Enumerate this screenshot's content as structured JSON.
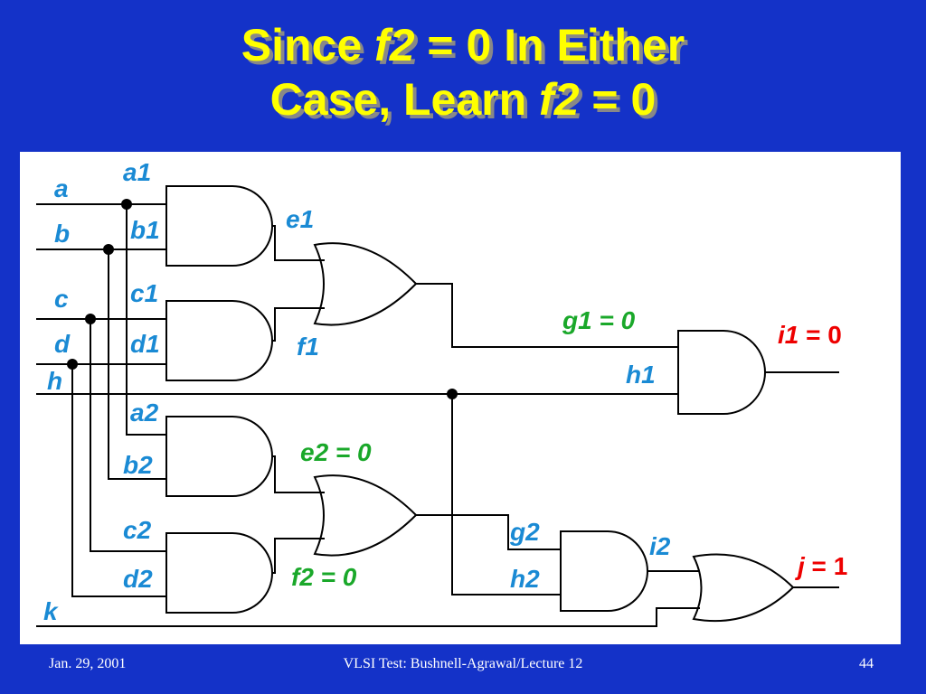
{
  "slide": {
    "title_line1_a": "Since ",
    "title_line1_it": "f2",
    "title_line1_b": " = 0 In Either",
    "title_line2_a": "Case, Learn ",
    "title_line2_it": "f2",
    "title_line2_b": " = 0"
  },
  "labels": {
    "a": "a",
    "b": "b",
    "c": "c",
    "d": "d",
    "h": "h",
    "k": "k",
    "a1": "a1",
    "b1": "b1",
    "c1": "c1",
    "d1": "d1",
    "a2": "a2",
    "b2": "b2",
    "c2": "c2",
    "d2": "d2",
    "e1": "e1",
    "f1": "f1",
    "h1": "h1",
    "g2": "g2",
    "h2": "h2",
    "i2": "i2",
    "g1": "g1 = 0",
    "e2": "e2 = 0",
    "f2": "f2 = 0",
    "i1_var": "i1",
    "i1_val": " = 0",
    "j_var": "j",
    "j_val": " = 1"
  },
  "footer": {
    "date": "Jan. 29, 2001",
    "course": "VLSI Test: Bushnell-Agrawal/Lecture 12",
    "page": "44"
  }
}
